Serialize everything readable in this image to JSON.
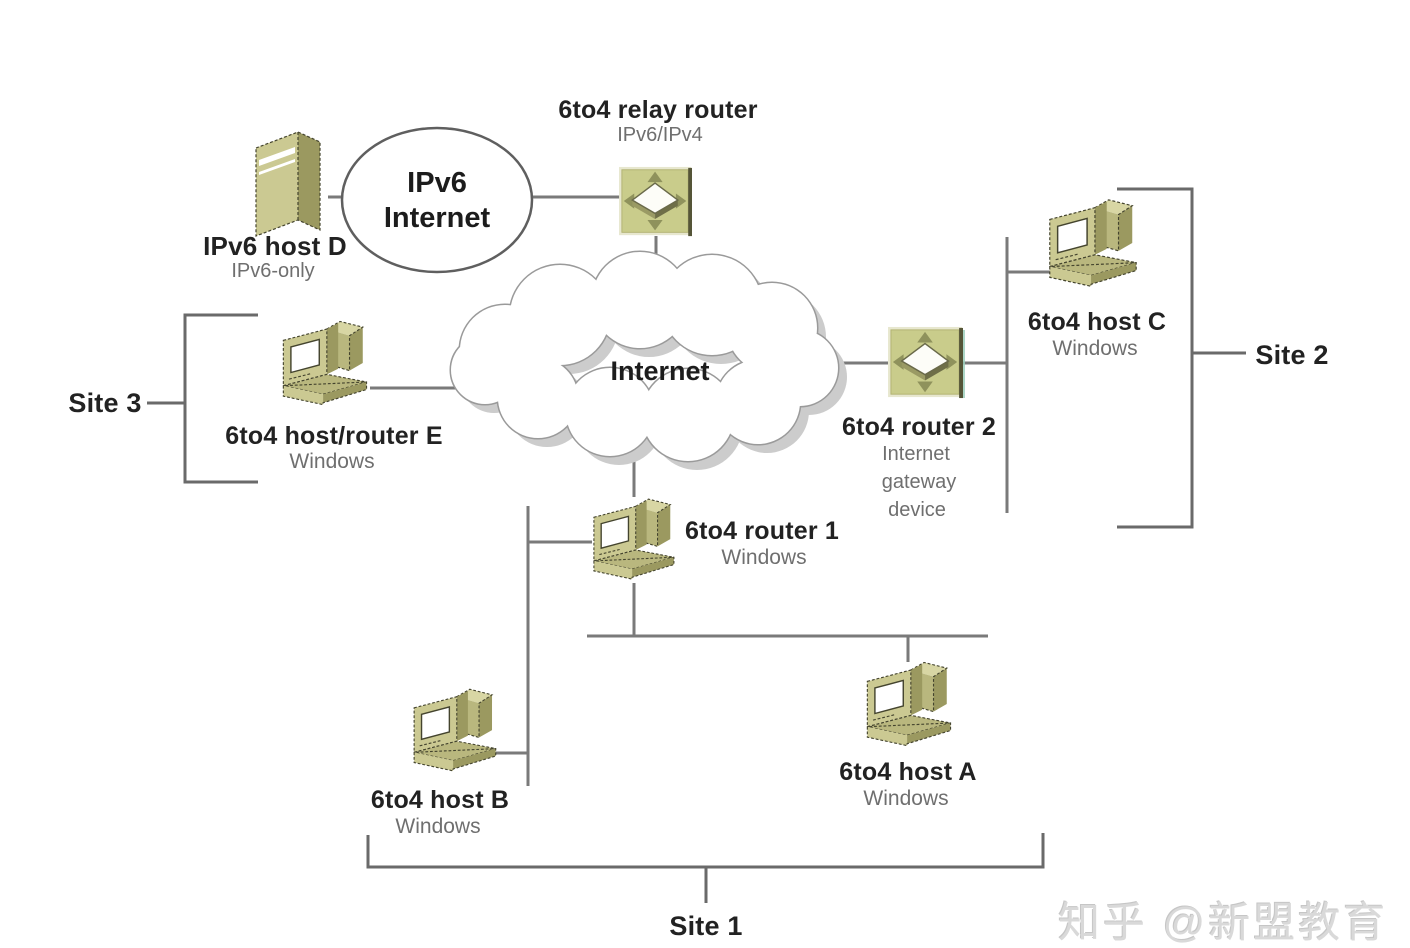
{
  "nodes": {
    "relay_router": {
      "label": "6to4 relay router",
      "sublabel": "IPv6/IPv4"
    },
    "host_d": {
      "label": "IPv6 host D",
      "sublabel": "IPv6-only"
    },
    "ipv6_cloud": {
      "line1": "IPv6",
      "line2": "Internet"
    },
    "internet_cloud": {
      "label": "Internet"
    },
    "host_router_e": {
      "label": "6to4 host/router E",
      "sublabel": "Windows"
    },
    "router_2": {
      "label": "6to4 router 2",
      "sublines": [
        "Internet",
        "gateway",
        "device"
      ]
    },
    "host_c": {
      "label": "6to4 host C",
      "sublabel": "Windows"
    },
    "router_1": {
      "label": "6to4 router 1",
      "sublabel": "Windows"
    },
    "host_b": {
      "label": "6to4 host B",
      "sublabel": "Windows"
    },
    "host_a": {
      "label": "6to4 host A",
      "sublabel": "Windows"
    }
  },
  "sites": {
    "site_1": "Site 1",
    "site_2": "Site 2",
    "site_3": "Site 3"
  },
  "watermark": "知乎 @新盟教育",
  "colors": {
    "device_fill": "#cbc992",
    "device_side": "#9b9960",
    "device_mid": "#b9b77e",
    "device_top": "#d8d6a4",
    "line": "#7a7a7a",
    "bracket": "#6a6a6a",
    "cloud_stroke": "#9a9a9a",
    "label": "#222222",
    "sublabel": "#6f6f6f",
    "watermark": "#d9d9d9"
  }
}
